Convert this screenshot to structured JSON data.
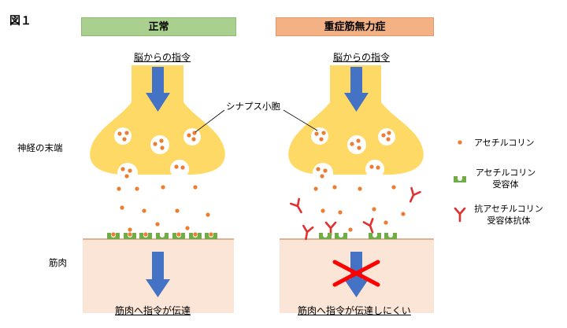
{
  "figure_label": "図１",
  "panels": {
    "normal": {
      "header": "正常",
      "top_caption": "脳からの指令",
      "bottom_caption": "筋肉へ指令が伝達"
    },
    "myasthenia": {
      "header": "重症筋無力症",
      "top_caption": "脳からの指令",
      "bottom_caption": "筋肉へ指令が伝達しにくい"
    }
  },
  "labels": {
    "nerve_terminal": "神経の末端",
    "muscle": "筋肉",
    "synaptic_vesicle": "シナプス小胞"
  },
  "legend": {
    "acetylcholine": "アセチルコリン",
    "receptor_line1": "アセチルコリン",
    "receptor_line2": "受容体",
    "antibody_line1": "抗アセチルコリン",
    "antibody_line2": "受容体抗体"
  },
  "colors": {
    "header_normal": "#a9d08e",
    "header_mg": "#f4b183",
    "nerve": "#ffd966",
    "muscle": "#fbe5d6",
    "arrow": "#4472c4",
    "acetylcholine": "#ed7d31",
    "receptor": "#70ad47",
    "antibody": "#e03030",
    "block_x": "#ff0000"
  },
  "icons": {
    "acetylcholine": "orange-dot-icon",
    "receptor": "green-cup-icon",
    "antibody": "red-y-antibody-icon",
    "block": "red-x-icon"
  }
}
